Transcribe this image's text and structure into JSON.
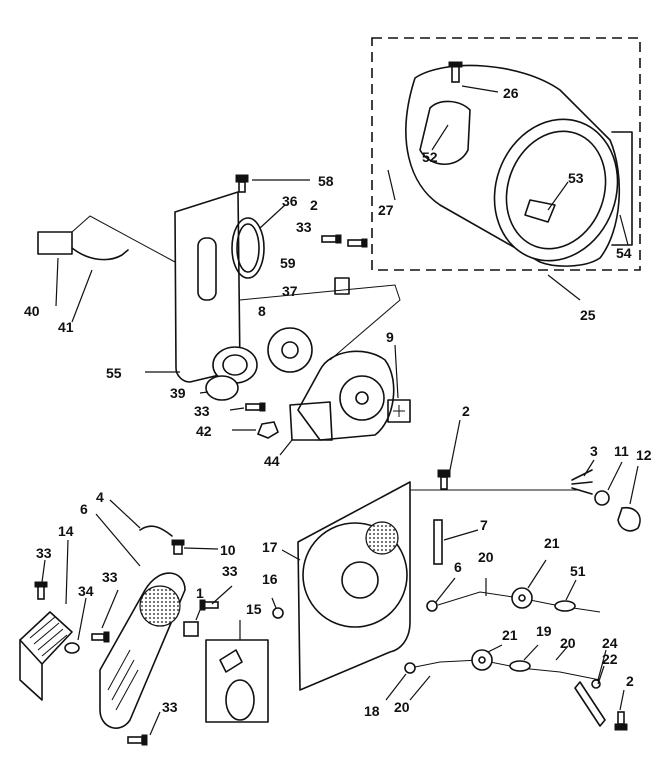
{
  "diagram": {
    "colors": {
      "ink": "#111111",
      "paper": "#ffffff"
    },
    "callouts": {
      "c26": "26",
      "c52": "52",
      "c53": "53",
      "c27": "27",
      "c54": "54",
      "c25": "25",
      "c58": "58",
      "c36": "36",
      "c2a": "2",
      "c33a": "33",
      "c59": "59",
      "c40": "40",
      "c41": "41",
      "c37": "37",
      "c8": "8",
      "c9": "9",
      "c55": "55",
      "c39": "39",
      "c33b": "33",
      "c42": "42",
      "c44": "44",
      "c2b": "2",
      "c3": "3",
      "c11": "11",
      "c12": "12",
      "c4": "4",
      "c6a": "6",
      "c10": "10",
      "c7": "7",
      "c14": "14",
      "c33c": "33",
      "c33d": "33",
      "c33e": "33",
      "c34": "34",
      "c1": "1",
      "c16": "16",
      "c17": "17",
      "c6b": "6",
      "c20a": "20",
      "c21a": "21",
      "c51": "51",
      "c15": "15",
      "c21b": "21",
      "c19": "19",
      "c20b": "20",
      "c24": "24",
      "c22": "22",
      "c2c": "2",
      "c18": "18",
      "c20c": "20",
      "c33f": "33"
    }
  }
}
